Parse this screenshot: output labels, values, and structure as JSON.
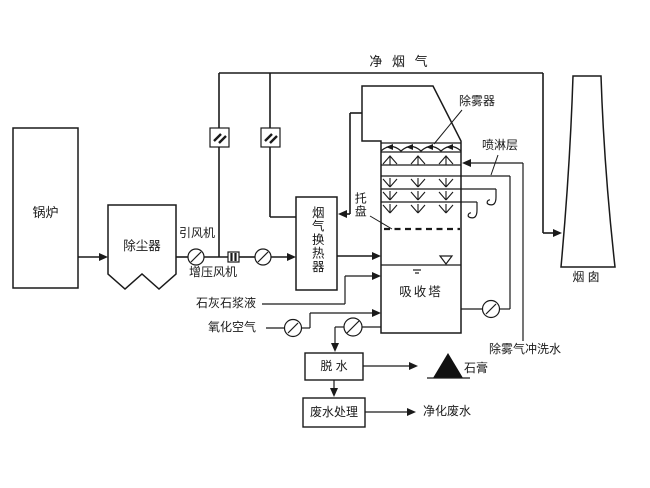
{
  "diagram": {
    "colors": {
      "line": "#1a1a1a",
      "background": "#ffffff",
      "gypsum_fill": "#111111"
    },
    "labels": {
      "clean_flue_gas": "净 烟 气",
      "demister": "除雾器",
      "spray_layer": "喷淋层",
      "tray": "托盘",
      "boiler": "锅炉",
      "dust_collector": "除尘器",
      "induced_draft_fan": "引风机",
      "booster_fan": "增压风机",
      "gas_heat_exchanger": "烟气换热器",
      "absorber_tower": "吸收塔",
      "limestone_slurry": "石灰石浆液",
      "oxidation_air": "氧化空气",
      "dewatering": "脱 水",
      "gypsum": "石膏",
      "wastewater_treatment": "废水处理",
      "purified_wastewater": "净化废水",
      "demister_flush_water": "除雾气冲洗水",
      "chimney": "烟 囱"
    }
  }
}
